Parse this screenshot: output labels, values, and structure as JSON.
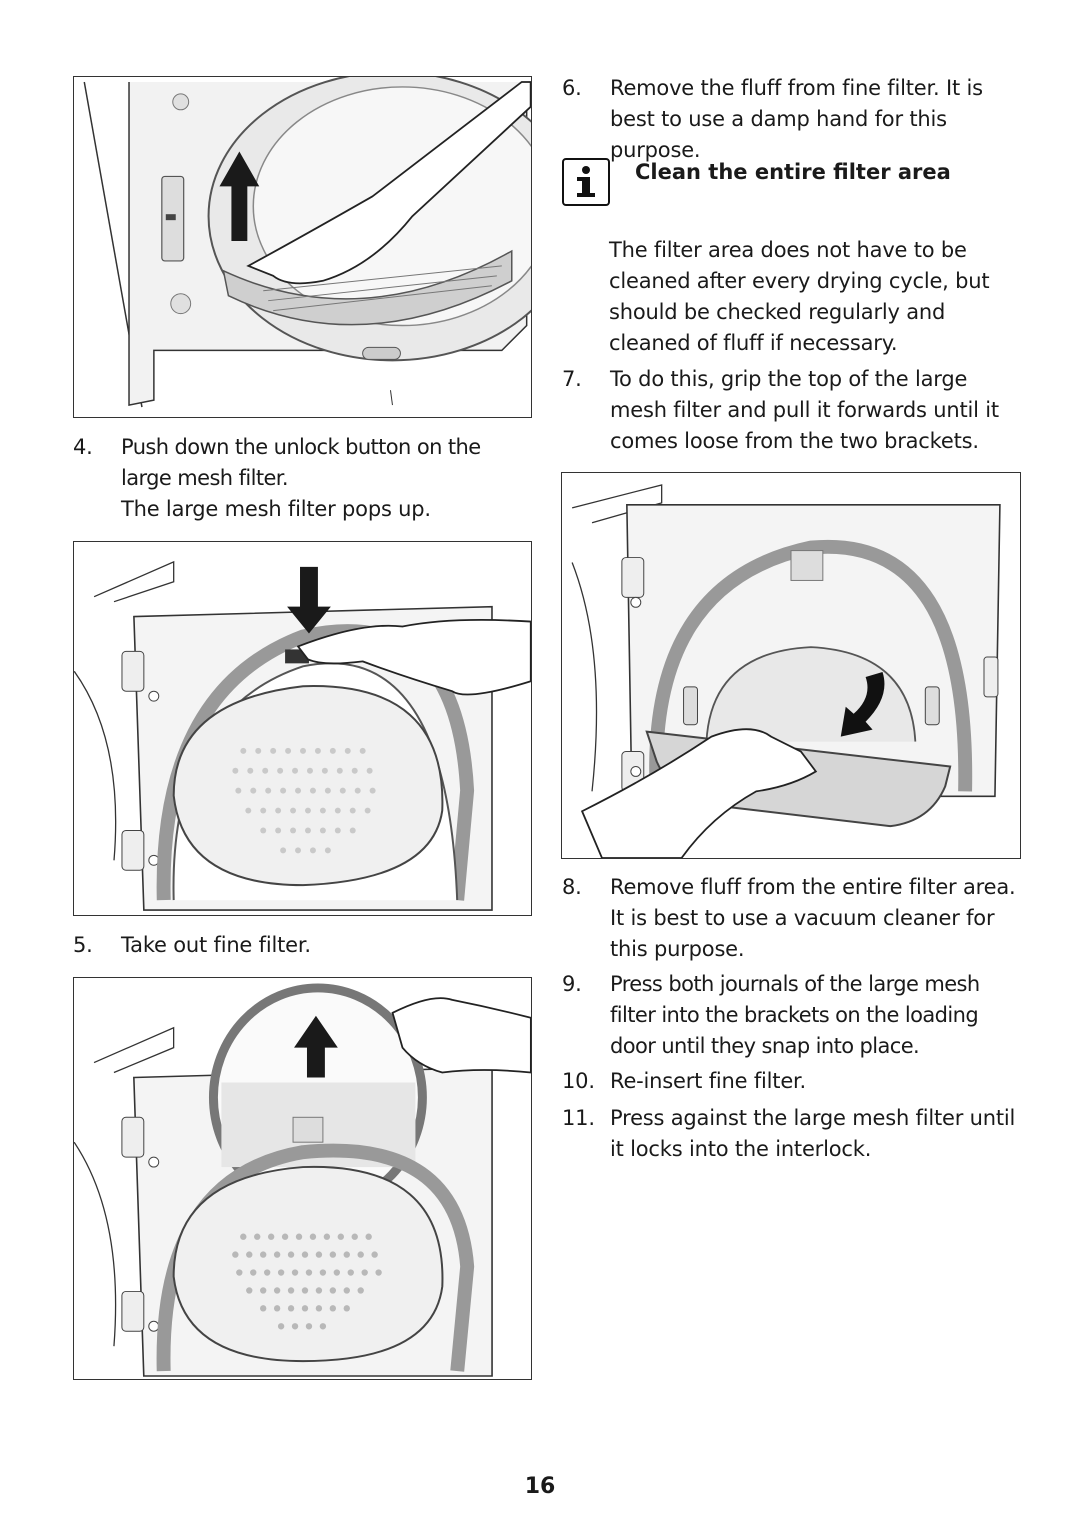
{
  "left_column": {
    "step4": {
      "number": "4.",
      "text": "Push down the unlock button on the large mesh filter."
    },
    "step4_note": "The large mesh filter pops up.",
    "step5": {
      "number": "5.",
      "text": "Take out fine filter."
    }
  },
  "right_column": {
    "step6": {
      "number": "6.",
      "text": "Remove the fluff from fine filter. It is best to use a damp hand for this purpose."
    },
    "info_heading": "Clean the entire filter area",
    "info_text": "The filter area does not have to be cleaned after every drying cycle, but should be checked regularly and cleaned of fluff if necessary.",
    "step7": {
      "number": "7.",
      "text": "To do this, grip the top of the large mesh filter and pull it forwards until it comes loose from the two brackets."
    },
    "step8": {
      "number": "8.",
      "text": "Remove fluff from the entire filter area. It is best to use a vacuum cleaner for this purpose."
    },
    "step9": {
      "number": "9.",
      "text": "Press both journals of the large mesh filter into the brackets on the loading door until they snap into place."
    },
    "step10": {
      "number": "10.",
      "text": "Re-insert fine filter."
    },
    "step11": {
      "number": "11.",
      "text": "Press against the large mesh filter until it locks into the interlock."
    }
  },
  "icons": {
    "info": "info-icon",
    "arrows": [
      "arrow-up-icon",
      "arrow-down-icon",
      "curved-arrow-icon"
    ]
  },
  "page_number": "16"
}
